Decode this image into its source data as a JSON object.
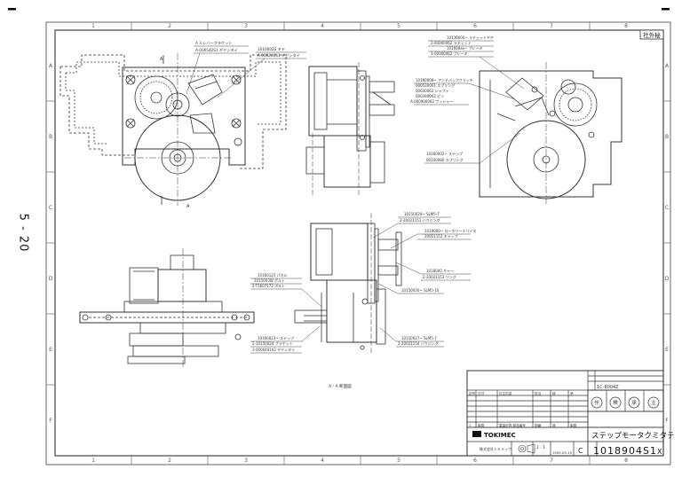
{
  "page": {
    "page_number": "5 - 20"
  },
  "border": {
    "top_zones": [
      "1",
      "2",
      "3",
      "4",
      "5",
      "6",
      "7",
      "8"
    ],
    "bottom_zones": [
      "1",
      "2",
      "3",
      "4",
      "5",
      "6",
      "7",
      "8"
    ],
    "left_zones": [
      "A",
      "B",
      "C",
      "D",
      "E",
      "F"
    ],
    "right_zones": [
      "A",
      "B",
      "C",
      "D",
      "E",
      "F"
    ],
    "stamp": "社外秘"
  },
  "views": {
    "section_label": "A - A 断面図",
    "section_marker": "A"
  },
  "callouts": {
    "top_left": [
      "A  3  レバーブラケット",
      "A-000542S1  ギヤシタイ",
      "1010002S  ギヤ",
      "A-000200S1  ギヤシタイ"
    ],
    "top_right": [
      "10130000~  ラチェットギヤ",
      "2-00000062  ラチェット",
      "101600ex~  ブレーキ",
      "3-00000062  ブレーキ",
      "10160008~  アンチバッククラッチ",
      "000530061  スプリング",
      "00030062  シャフト",
      "000390062  ピン",
      "A-000900062  ワッシャー"
    ],
    "right_mid": [
      "10160002~  ステップ",
      "00100080  スプリング"
    ],
    "center_upper": [
      "10150029~  SLM5-7",
      "2-20021151  ハウジング"
    ],
    "center_right1": [
      "1019060~  ロータリーデバイス",
      "20021152  キャップ"
    ],
    "center_right2": [
      "1018000  ギャー",
      "2-20021153  リング"
    ],
    "center_right3": [
      "10150030~  SLM5-10"
    ],
    "left_mid": [
      "10160125  パネル",
      "1015003W  ボルト",
      "2-T5607172  ボルト"
    ],
    "left_low": [
      "10160023~  ステップ",
      "2-10150024  ブラケット",
      "3-000640102  ギヤシタイ"
    ],
    "right_low": [
      "10150027~  SLM5-7",
      "2-20021154  ハウジング"
    ]
  },
  "title_block": {
    "drawing_number_small": "1C-8004Z",
    "circle_stamps": [
      "作",
      "検",
      "承",
      "主"
    ],
    "title": "ステップモータクミタテ",
    "drawing_number": "1018904S1",
    "suffix": "X",
    "size_letter": "C",
    "company": "TOKIMEC",
    "company_sub": "株式会社トキメック",
    "scale": "1 : 1",
    "date": "1995-05-19",
    "revision_row": [
      "1",
      "製図",
      "改",
      "1",
      "重量計算 部品番号",
      "図番",
      "検",
      "製図"
    ],
    "header_row": [
      "記号",
      "日付",
      "訂正内容",
      "担当",
      "検",
      "承"
    ]
  }
}
